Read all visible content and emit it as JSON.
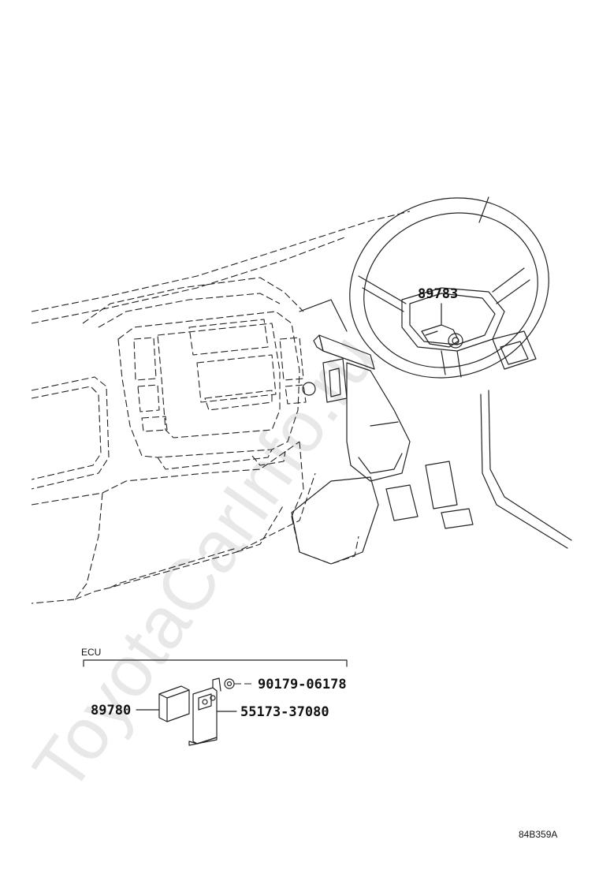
{
  "watermark": "ToyotaCarInfo.ru",
  "group_label": "ECU",
  "parts": {
    "ignition_part": "89783",
    "ecu": "89780",
    "bracket": "55173-37080",
    "nut": "90179-06178"
  },
  "diagram_code": "84B359A"
}
